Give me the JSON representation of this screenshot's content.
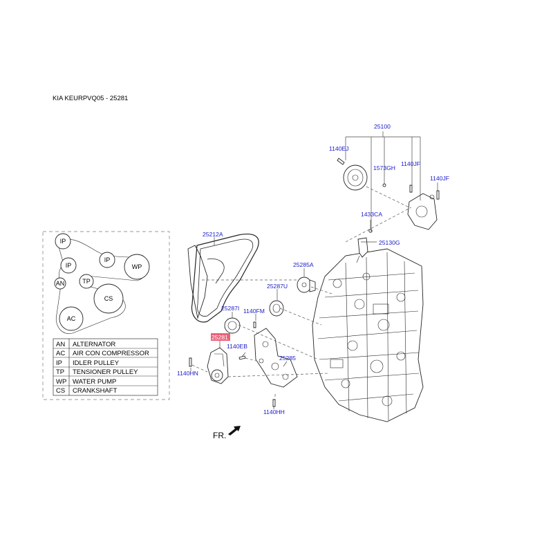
{
  "header": {
    "title": "KIA KEURPVQ05 - 25281"
  },
  "colors": {
    "part_number": "#1a1acc",
    "highlight": "#e8506a",
    "line": "#222222"
  },
  "part_numbers": {
    "p25100": "25100",
    "p1140EJ": "1140EJ",
    "p1573GH": "1573GH",
    "p1140JF_a": "1140JF",
    "p1140JF_b": "1140JF",
    "p1433CA": "1433CA",
    "p25130G": "25130G",
    "p25212A": "25212A",
    "p25285A": "25285A",
    "p25287U": "25287U",
    "p25287I": "25287I",
    "p1140FM": "1140FM",
    "p25281": "25281",
    "p1140EB": "1140EB",
    "p25285": "25285",
    "p1140HN": "1140HN",
    "p1140HH": "1140HH"
  },
  "belt_routing": {
    "pulleys": [
      "IP",
      "IP",
      "TP",
      "WP",
      "AN",
      "CS",
      "AC"
    ]
  },
  "legend": [
    {
      "code": "AN",
      "name": "ALTERNATOR"
    },
    {
      "code": "AC",
      "name": "AIR CON COMPRESSOR"
    },
    {
      "code": "IP",
      "name": "IDLER PULLEY"
    },
    {
      "code": "TP",
      "name": " TENSIONER PULLEY"
    },
    {
      "code": "WP",
      "name": " WATER PUMP"
    },
    {
      "code": "CS",
      "name": "CRANKSHAFT"
    }
  ],
  "direction": {
    "label": "FR."
  },
  "icons": [
    "front-direction-arrow-icon"
  ]
}
